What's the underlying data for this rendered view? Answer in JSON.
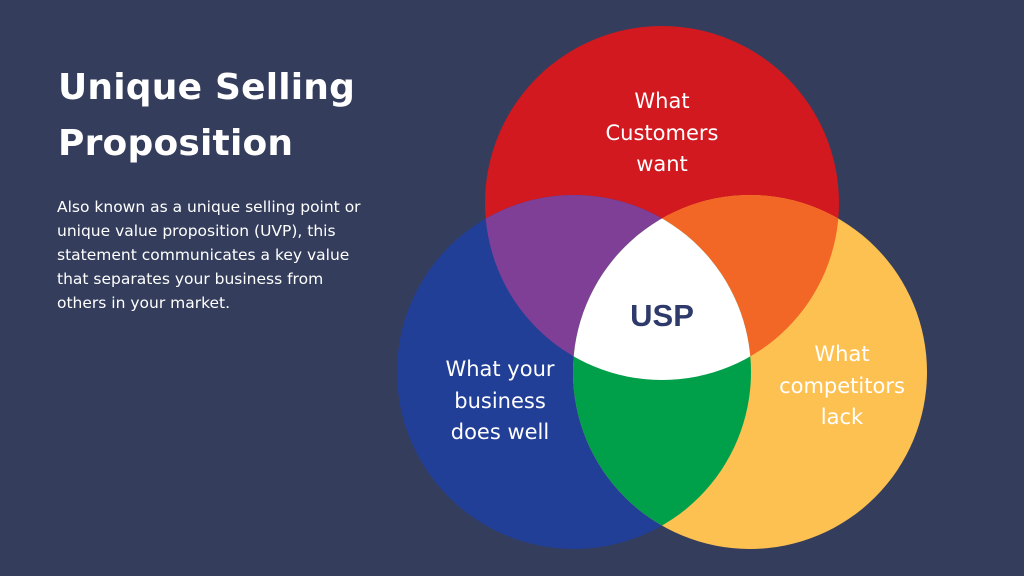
{
  "title": {
    "lines": [
      "Unique Selling",
      "Proposition"
    ]
  },
  "description": {
    "lines": [
      "Also known as a unique selling point or",
      "unique value proposition (UVP), this",
      "statement communicates a key value",
      "that separates your business from",
      "others in your market."
    ]
  },
  "venn": {
    "center_label": "USP",
    "circles": [
      {
        "id": "customers",
        "lines": [
          "What",
          "Customers",
          "want"
        ],
        "color": "#D1191F"
      },
      {
        "id": "business",
        "lines": [
          "What your",
          "business",
          "does well"
        ],
        "color": "#223F97"
      },
      {
        "id": "competitors",
        "lines": [
          "What",
          "competitors",
          "lack"
        ],
        "color": "#FDC152"
      }
    ],
    "overlap_colors": {
      "customers_business": "#7F3F97",
      "customers_competitors": "#F26726",
      "business_competitors": "#00A04A",
      "all_three": "#FFFFFF"
    }
  },
  "colors": {
    "background": "#343E5C",
    "usp_text": "#2E3A6B"
  }
}
